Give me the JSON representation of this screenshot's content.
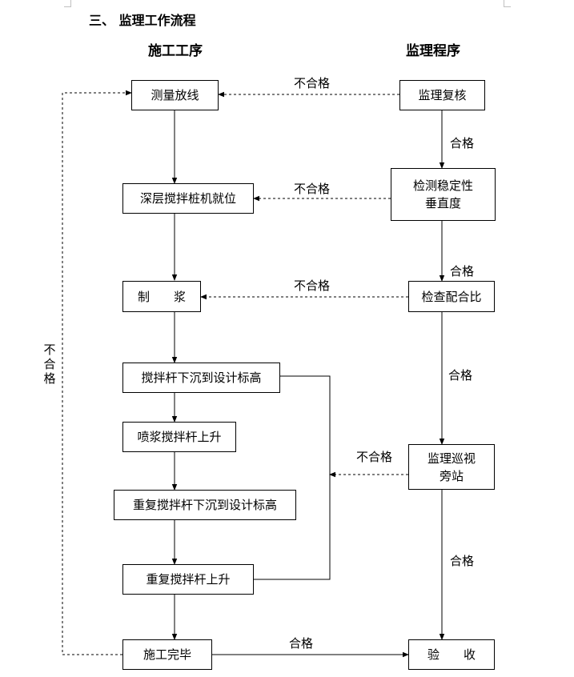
{
  "section_title": "三、 监理工作流程",
  "headers": {
    "construction": "施工工序",
    "supervision": "监理程序"
  },
  "construction_steps": [
    "测量放线",
    "深层搅拌桩机就位",
    "制　　浆",
    "搅拌杆下沉到设计标高",
    "喷浆搅拌杆上升",
    "重复搅拌杆下沉到设计标高",
    "重复搅拌杆上升",
    "施工完毕"
  ],
  "supervision_steps": {
    "review": "监理复核",
    "verticality_1": "检测稳定性",
    "verticality_2": "垂直度",
    "mix_ratio": "检查配合比",
    "patrol_1": "监理巡视",
    "patrol_2": "旁站",
    "acceptance": "验　　收"
  },
  "edge_labels": {
    "fail_1": "不合格",
    "fail_2": "不合格",
    "fail_3": "不合格",
    "fail_4": "不合格",
    "fail_left": "不合格",
    "pass_1": "合格",
    "pass_2": "合格",
    "pass_3": "合格",
    "pass_4": "合格",
    "pass_bottom": "合格"
  }
}
